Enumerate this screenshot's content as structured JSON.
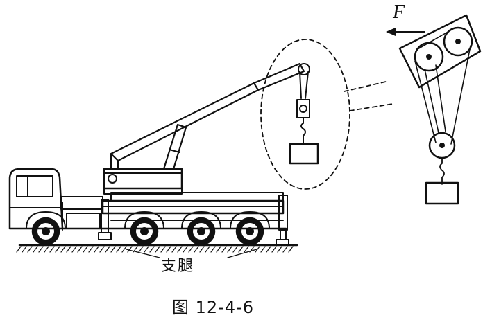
{
  "figure": {
    "caption": "图 12-4-6",
    "support_leg_label": "支腿",
    "force_label": "F"
  },
  "colors": {
    "ink": "#111111",
    "background": "#ffffff"
  }
}
